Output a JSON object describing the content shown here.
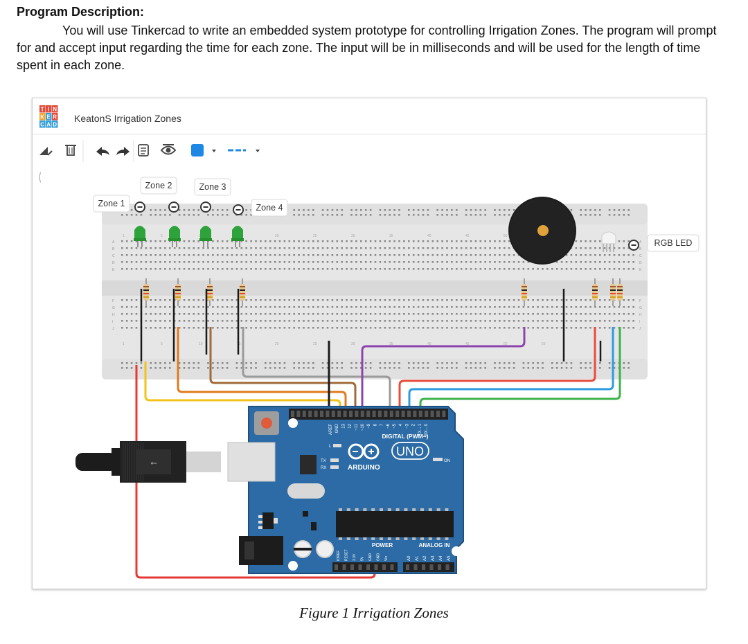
{
  "description": {
    "heading": "Program Description:",
    "paragraph": "You will use Tinkercad to write an embedded system prototype for controlling Irrigation Zones. The program will prompt for and accept input regarding the time for each zone. The input will be in milliseconds and will be used for the length of time spent in each zone."
  },
  "app": {
    "logo_letters": [
      "TIN",
      "KER",
      "CAD"
    ],
    "project_title": "KeatonS Irrigation Zones",
    "toolbar_icons": [
      "rotate-icon",
      "trash-icon",
      "undo-icon",
      "redo-icon",
      "note-icon",
      "eye-icon",
      "color-swatch-icon",
      "line-style-icon"
    ],
    "accent_color": "#1e88e5"
  },
  "circuit": {
    "zone_labels": [
      "Zone 1",
      "Zone 2",
      "Zone 3",
      "Zone 4"
    ],
    "rgb_label": "RGB LED",
    "column_numbers": [
      "1",
      "5",
      "10",
      "15",
      "20",
      "25",
      "30",
      "35",
      "40",
      "45",
      "50",
      "55"
    ],
    "row_letters_top": [
      "A",
      "B",
      "C",
      "D",
      "E"
    ],
    "row_letters_bottom": [
      "F",
      "G",
      "H",
      "I",
      "J"
    ],
    "wire_colors": [
      "#f2c21b",
      "#e07b1e",
      "#a06a3a",
      "#9a9a9a",
      "#8e44ad",
      "#e74c3c",
      "#2e9be0",
      "#3db24a",
      "#1a1a1a"
    ]
  },
  "arduino": {
    "digital_label": "DIGITAL (PWM~)",
    "uno_label": "UNO",
    "brand_label": "ARDUINO",
    "power_label": "POWER",
    "analog_label": "ANALOG IN",
    "on_label": "ON",
    "tx_label": "TX",
    "rx_label": "RX",
    "l_label": "L",
    "digital_pins": [
      "AREF",
      "GND",
      "13",
      "12",
      "~11",
      "~10",
      "~9",
      "8",
      "7",
      "~6",
      "~5",
      "4",
      "~3",
      "2",
      "TX→1",
      "RX←0"
    ],
    "power_pins": [
      "IOREF",
      "RESET",
      "3.3V",
      "5V",
      "GND",
      "GND",
      "Vin"
    ],
    "analog_pins": [
      "A0",
      "A1",
      "A2",
      "A3",
      "A4",
      "A5"
    ]
  },
  "figure": {
    "caption": "Figure 1 Irrigation Zones"
  }
}
